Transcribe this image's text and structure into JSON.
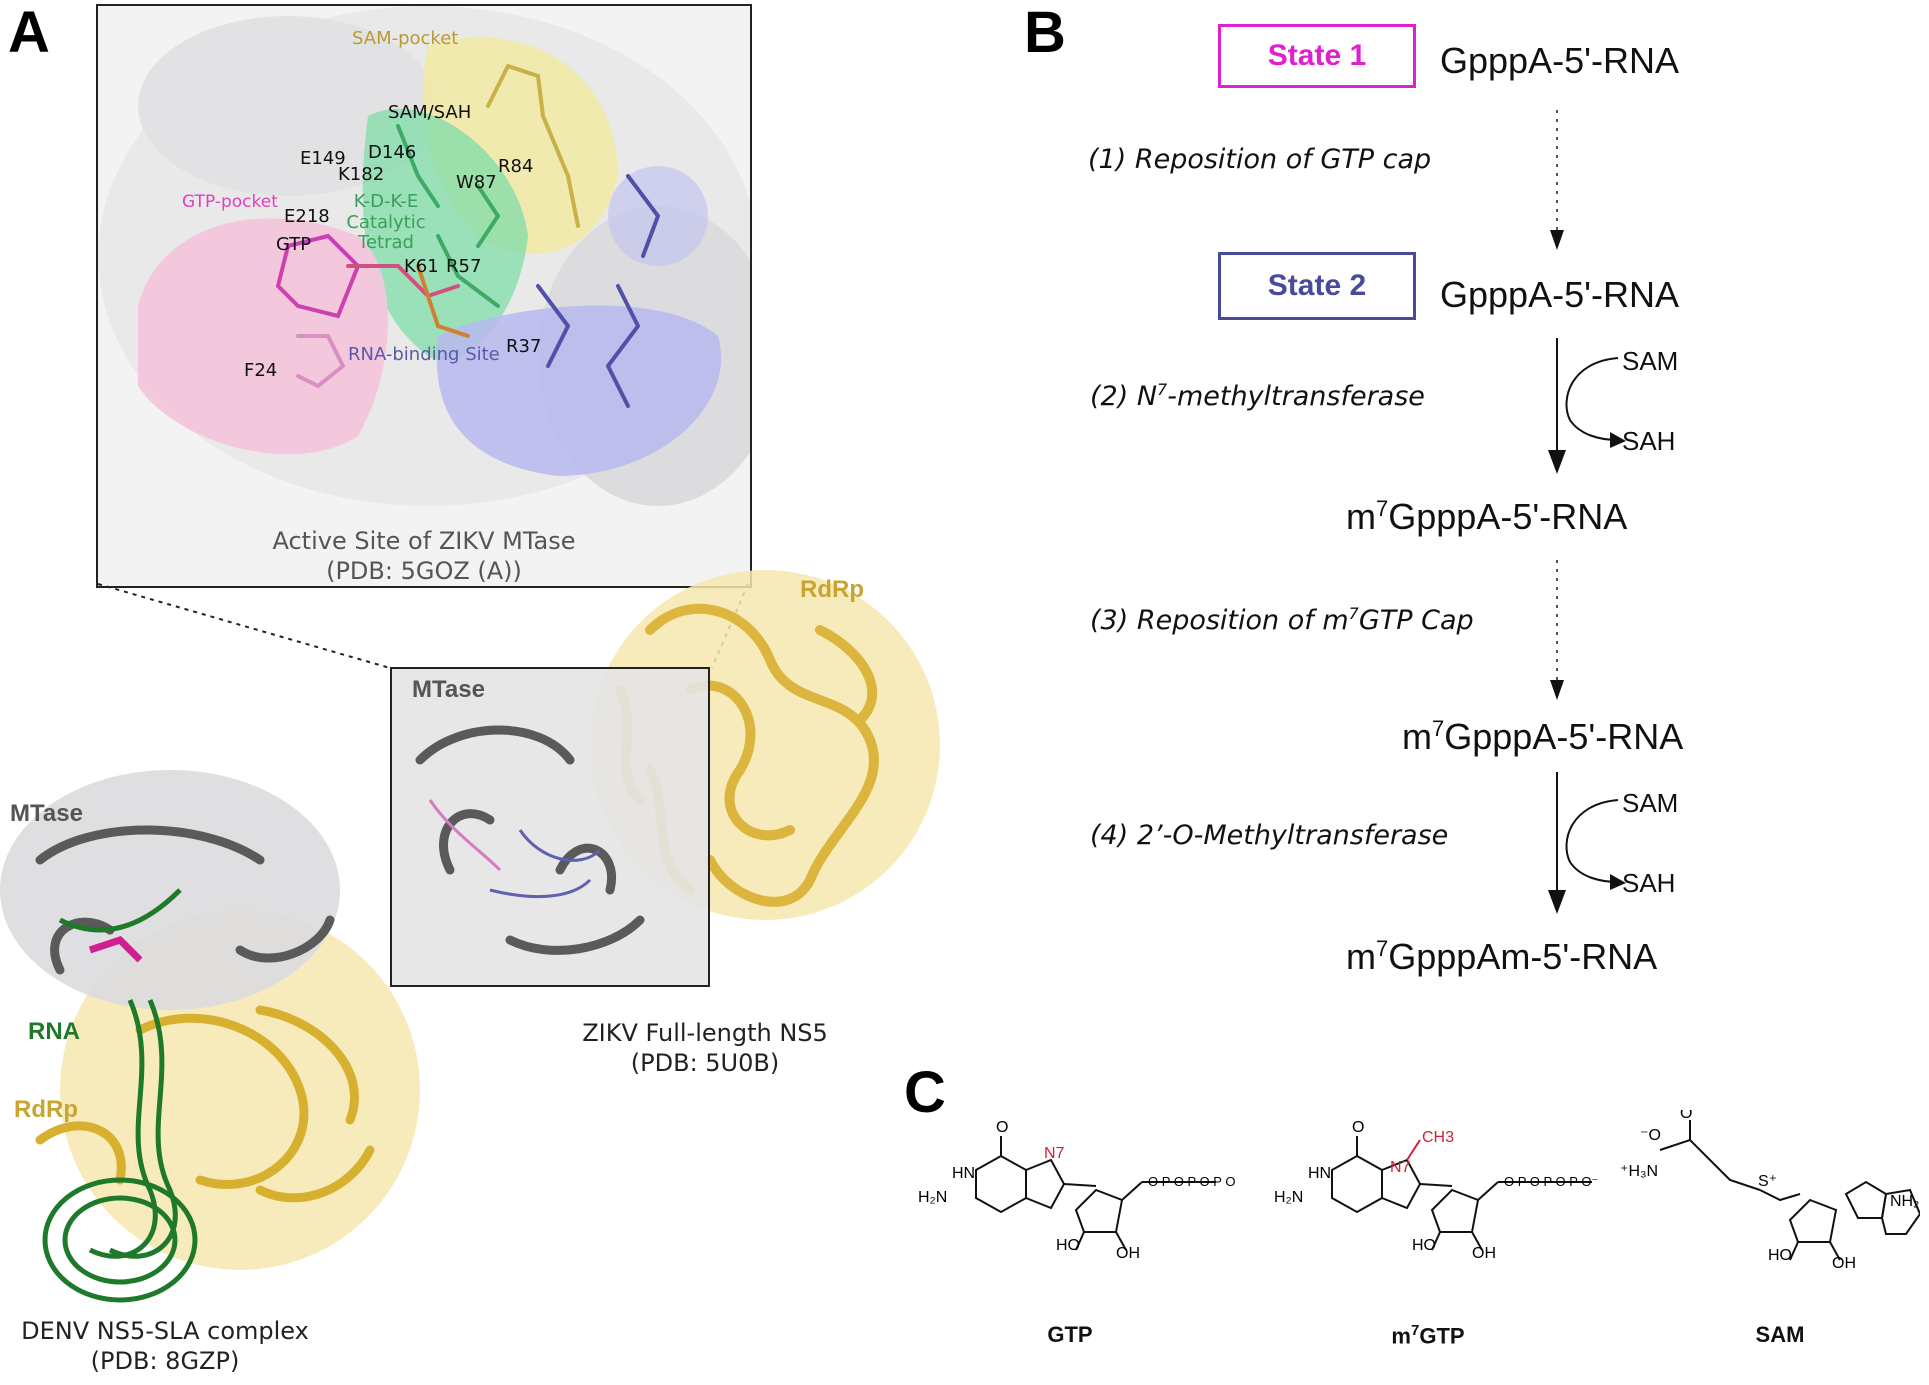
{
  "panels": {
    "a": "A",
    "b": "B",
    "c": "C"
  },
  "panel_a": {
    "inset": {
      "labels": {
        "sam_pocket": "SAM-pocket",
        "sam_sah": "SAM/SAH",
        "e149": "E149",
        "d146": "D146",
        "k182": "K182",
        "w87": "W87",
        "r84": "R84",
        "gtp_pocket": "GTP-pocket",
        "e218": "E218",
        "tetrad": "K-D-K-E Catalytic Tetrad",
        "gtp": "GTP",
        "k61": "K61",
        "r57": "R57",
        "r37": "R37",
        "rna_binding": "RNA-binding Site",
        "f24": "F24"
      },
      "caption_line1": "Active Site of ZIKV MTase",
      "caption_line2": "(PDB: 5GOZ (A))"
    },
    "zikv": {
      "mtase_label": "MTase",
      "rdrp_label": "RdRp",
      "caption_line1": "ZIKV Full-length NS5",
      "caption_line2": "(PDB: 5U0B)"
    },
    "denv": {
      "mtase_label": "MTase",
      "rna_label": "RNA",
      "rdrp_label": "RdRp",
      "caption_line1": "DENV NS5-SLA complex",
      "caption_line2": "(PDB: 8GZP)"
    },
    "colors": {
      "gtp_pocket": "#e040c0",
      "sam_pocket": "#c8b040",
      "catalytic": "#3c9e5a",
      "rna_binding": "#5a5aa8",
      "rdrp": "#d8b030",
      "mtase": "#555555",
      "rna": "#1e7a2a"
    }
  },
  "panel_b": {
    "state1": {
      "label": "State 1",
      "color": "#e020d0"
    },
    "state2": {
      "label": "State 2",
      "color": "#4a4a9a"
    },
    "species": {
      "s1": "GpppA-5'-RNA",
      "s2": "GpppA-5'-RNA",
      "s3": "m7GpppA-5'-RNA",
      "s4": "m7GpppA-5'-RNA",
      "s5": "m7GpppAm-5'-RNA"
    },
    "steps": {
      "step1": "(1) Reposition of GTP cap",
      "step2": "(2) N7-methyltransferase",
      "step3": "(3) Reposition of m7GTP Cap",
      "step4": "(4) 2’-O-Methyltransferase"
    },
    "cofactors": {
      "sam1": "SAM",
      "sah1": "SAH",
      "sam2": "SAM",
      "sah2": "SAH"
    }
  },
  "panel_c": {
    "molecules": [
      "GTP",
      "m7GTP",
      "SAM"
    ],
    "highlight_color": "#d0203c",
    "n7_label": "N7",
    "ch3_label": "CH3"
  }
}
